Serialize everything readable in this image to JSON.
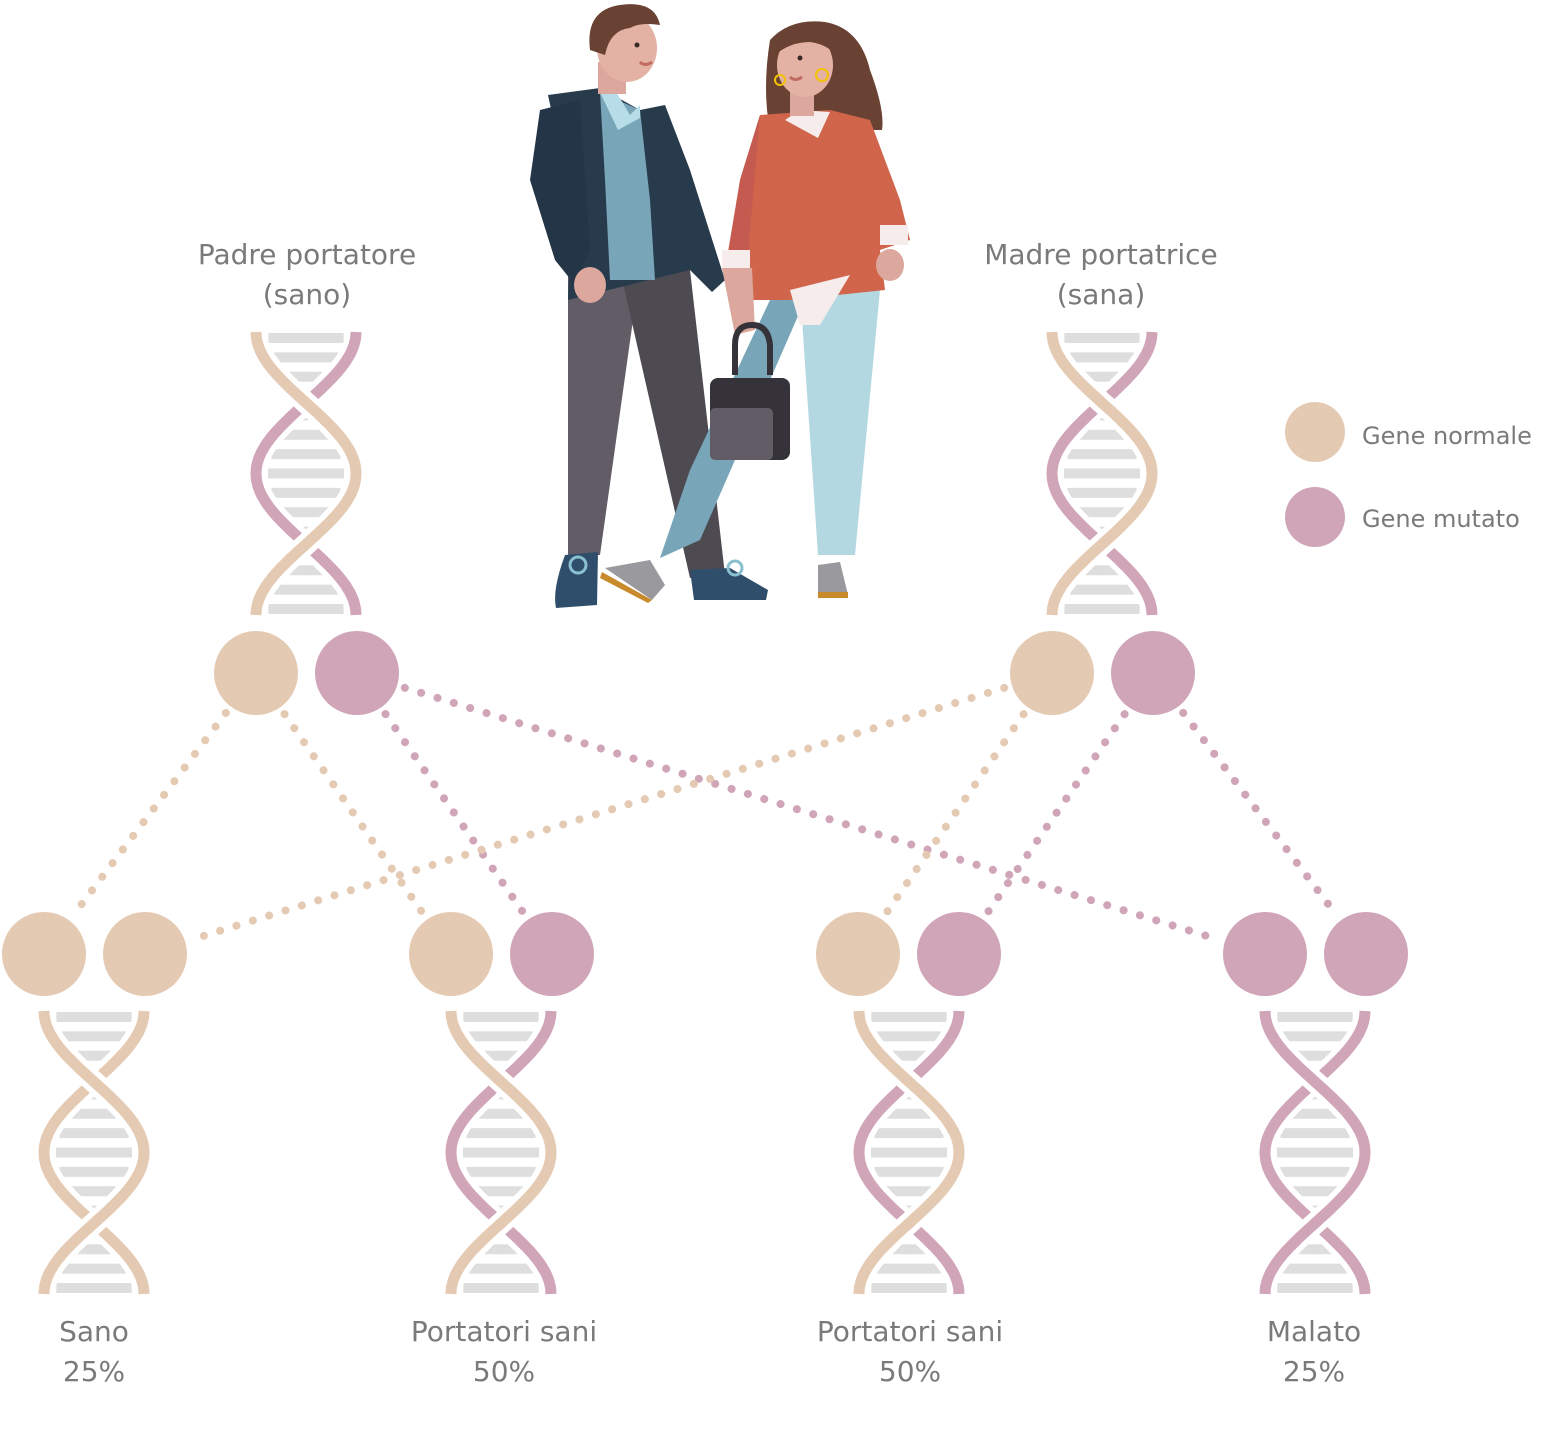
{
  "colors": {
    "normal": "#E5CAB3",
    "mutated": "#D1A5B8",
    "rung": "#DEDEDE",
    "text": "#7A7A7A"
  },
  "parents": [
    {
      "id": "father",
      "title": "Padre portatore",
      "subtitle": "(sano)",
      "alleles": [
        "normal",
        "mutated"
      ]
    },
    {
      "id": "mother",
      "title": "Madre portatrice",
      "subtitle": "(sana)",
      "alleles": [
        "normal",
        "mutated"
      ]
    }
  ],
  "offspring": [
    {
      "label": "Sano",
      "percent": "25%",
      "alleles": [
        "normal",
        "normal"
      ]
    },
    {
      "label": "Portatori sani",
      "percent": "50%",
      "alleles": [
        "normal",
        "mutated"
      ]
    },
    {
      "label": "Portatori sani",
      "percent": "50%",
      "alleles": [
        "normal",
        "mutated"
      ]
    },
    {
      "label": "Malato",
      "percent": "25%",
      "alleles": [
        "mutated",
        "mutated"
      ]
    }
  ],
  "legend": [
    {
      "key": "normal",
      "label": "Gene normale"
    },
    {
      "key": "mutated",
      "label": "Gene mutato"
    }
  ],
  "links": [
    {
      "from": "father.0",
      "to": "child.0.0",
      "color": "normal"
    },
    {
      "from": "father.0",
      "to": "child.1.0",
      "color": "normal"
    },
    {
      "from": "father.1",
      "to": "child.1.1",
      "color": "mutated"
    },
    {
      "from": "father.1",
      "to": "child.3.0",
      "color": "mutated"
    },
    {
      "from": "mother.0",
      "to": "child.0.1",
      "color": "normal"
    },
    {
      "from": "mother.0",
      "to": "child.2.0",
      "color": "normal"
    },
    {
      "from": "mother.1",
      "to": "child.2.1",
      "color": "mutated"
    },
    {
      "from": "mother.1",
      "to": "child.3.1",
      "color": "mutated"
    }
  ],
  "illustration": "couple-holding-hands"
}
